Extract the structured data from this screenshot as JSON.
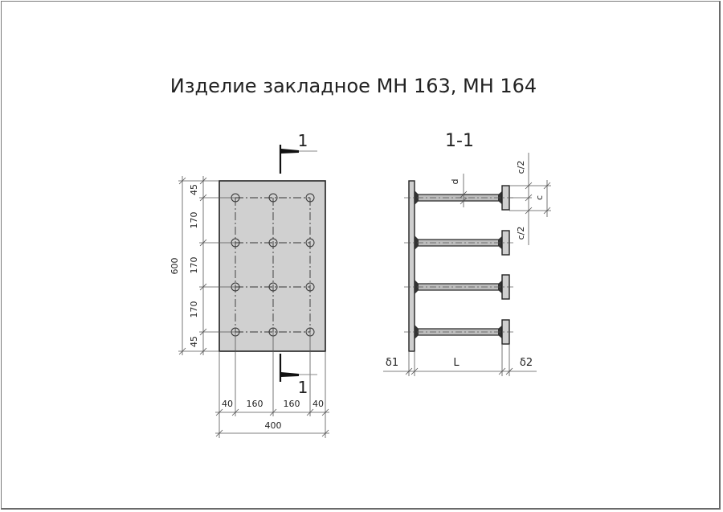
{
  "title": "Изделие закладное МН 163, МН 164",
  "plan_view": {
    "section_mark_top": "1",
    "section_mark_bottom": "1",
    "vertical_dims": [
      "45",
      "170",
      "170",
      "170",
      "45"
    ],
    "overall_height": "600",
    "horizontal_dims": [
      "40",
      "160",
      "160",
      "40"
    ],
    "overall_width": "400"
  },
  "section_view": {
    "title": "1-1",
    "label_d": "d",
    "label_c_half_top": "c/2",
    "label_c": "c",
    "label_c_half_bottom": "c/2",
    "label_delta1": "δ1",
    "label_L": "L",
    "label_delta2": "δ2"
  },
  "colors": {
    "plate_fill": "#d0d0d0",
    "line": "#222222",
    "dim_line": "#555555"
  }
}
